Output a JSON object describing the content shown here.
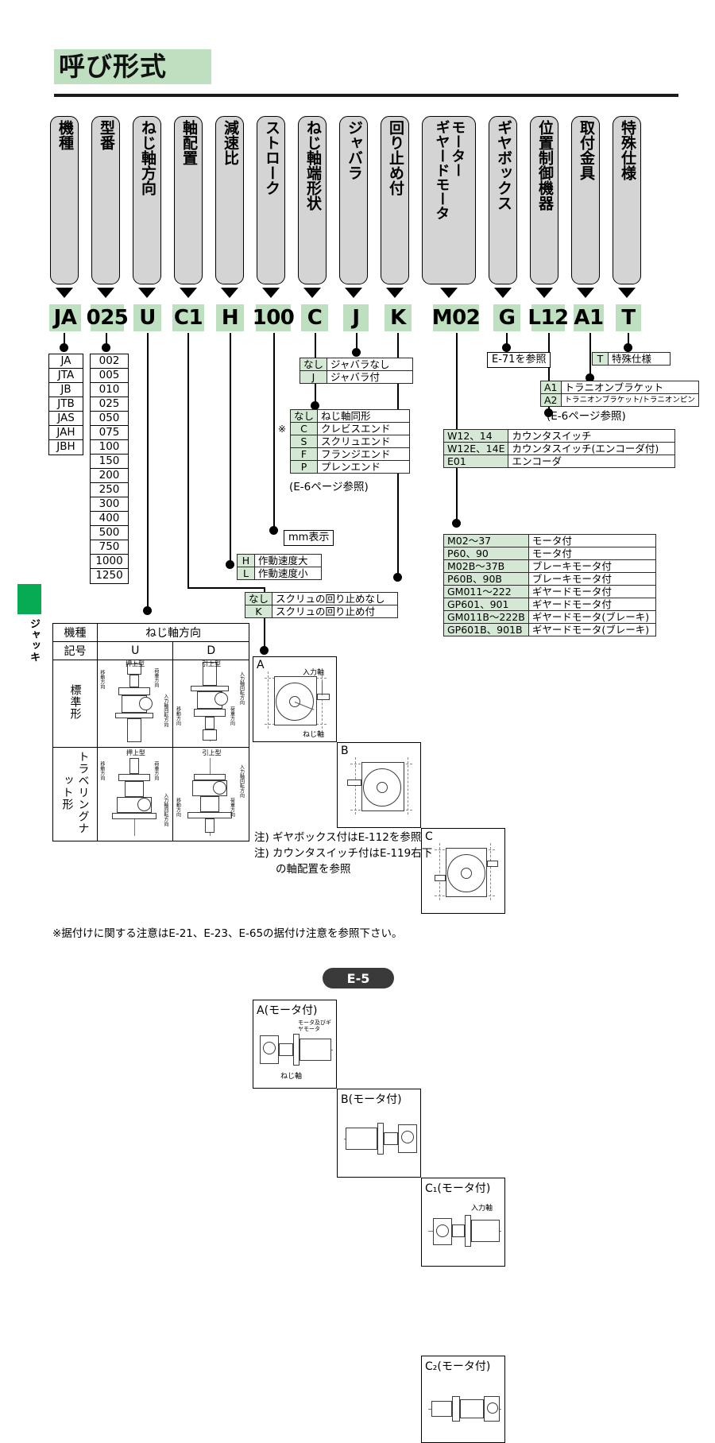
{
  "page": {
    "title": "呼び形式",
    "footer_label": "E-5",
    "side_tab_label": "ジャッキ",
    "footnote": "※据付けに関する注意はE-21、E-23、E-65の据付け注意を参照下さい。"
  },
  "code_columns": [
    {
      "header": "機種",
      "code": "JA",
      "header_lines": [
        "機種"
      ]
    },
    {
      "header": "型番",
      "code": "025",
      "header_lines": [
        "型番"
      ]
    },
    {
      "header": "ねじ軸方向",
      "code": "U",
      "header_lines": [
        "ねじ軸方向"
      ]
    },
    {
      "header": "軸配置",
      "code": "C1",
      "header_lines": [
        "軸配置"
      ]
    },
    {
      "header": "減速比",
      "code": "H",
      "header_lines": [
        "減速比"
      ]
    },
    {
      "header": "ストローク",
      "code": "100",
      "header_lines": [
        "ストローク"
      ]
    },
    {
      "header": "ねじ軸端形状",
      "code": "C",
      "header_lines": [
        "ねじ軸端形状"
      ]
    },
    {
      "header": "ジャバラ",
      "code": "J",
      "header_lines": [
        "ジャバラ"
      ]
    },
    {
      "header": "回り止め付",
      "code": "K",
      "header_lines": [
        "回り止め付"
      ]
    },
    {
      "header": "モーター／ギヤードモータ",
      "code": "M02",
      "header_lines": [
        "モーター",
        "ギヤードモータ"
      ]
    },
    {
      "header": "ギヤボックス",
      "code": "G",
      "header_lines": [
        "ギヤボックス"
      ]
    },
    {
      "header": "位置制御機器",
      "code": "L12",
      "header_lines": [
        "位置制御機器"
      ]
    },
    {
      "header": "取付金具",
      "code": "A1",
      "header_lines": [
        "取付金具"
      ]
    },
    {
      "header": "特殊仕様",
      "code": "T",
      "header_lines": [
        "特殊仕様"
      ]
    }
  ],
  "model_types": [
    "JA",
    "JTA",
    "JB",
    "JTB",
    "JAS",
    "JAH",
    "JBH"
  ],
  "model_sizes": [
    "002",
    "005",
    "010",
    "025",
    "050",
    "075",
    "100",
    "150",
    "200",
    "250",
    "300",
    "400",
    "500",
    "750",
    "1000",
    "1250"
  ],
  "bellows": {
    "rows": [
      {
        "code": "なし",
        "desc": "ジャバラなし"
      },
      {
        "code": "J",
        "desc": "ジャバラ付"
      }
    ]
  },
  "screw_end": {
    "mark": "※",
    "rows": [
      {
        "code": "なし",
        "desc": "ねじ軸同形"
      },
      {
        "code": "C",
        "desc": "クレビスエンド"
      },
      {
        "code": "S",
        "desc": "スクリュエンド"
      },
      {
        "code": "F",
        "desc": "フランジエンド"
      },
      {
        "code": "P",
        "desc": "プレンエンド"
      }
    ],
    "ref": "(E-6ページ参照)"
  },
  "stroke": {
    "label": "mm表示"
  },
  "reduction": {
    "rows": [
      {
        "code": "H",
        "desc": "作動速度大"
      },
      {
        "code": "L",
        "desc": "作動速度小"
      }
    ]
  },
  "anti_rotation": {
    "rows": [
      {
        "code": "なし",
        "desc": "スクリュの回り止めなし"
      },
      {
        "code": "K",
        "desc": "スクリュの回り止め付"
      }
    ]
  },
  "motor": {
    "rows": [
      {
        "code": "M02～37",
        "desc": "モータ付"
      },
      {
        "code": "P60、90",
        "desc": "モータ付"
      },
      {
        "code": "M02B～37B",
        "desc": "ブレーキモータ付"
      },
      {
        "code": "P60B、90B",
        "desc": "ブレーキモータ付"
      },
      {
        "code": "GM011～222",
        "desc": "ギヤードモータ付"
      },
      {
        "code": "GP601、901",
        "desc": "ギヤードモータ付"
      },
      {
        "code": "GM011B～222B",
        "desc": "ギヤードモータ(ブレーキ)"
      },
      {
        "code": "GP601B、901B",
        "desc": "ギヤードモータ(ブレーキ)"
      }
    ]
  },
  "gearbox": {
    "ref": "E-71を参照"
  },
  "position_control": {
    "rows": [
      {
        "code": "W12、14",
        "desc": "カウンタスイッチ"
      },
      {
        "code": "W12E、14E",
        "desc": "カウンタスイッチ(エンコーダ付)"
      },
      {
        "code": "E01",
        "desc": "エンコーダ"
      }
    ]
  },
  "mounting": {
    "rows": [
      {
        "code": "A1",
        "desc": "トラニオンブラケット"
      },
      {
        "code": "A2",
        "desc": "トラニオンブラケット/トラニオンピン"
      }
    ],
    "ref": "(E-6ページ参照)"
  },
  "special": {
    "rows": [
      {
        "code": "T",
        "desc": "特殊仕様"
      }
    ]
  },
  "direction_table": {
    "col_model": "機種",
    "col_symbol": "記号",
    "header": "ねじ軸方向",
    "symbols": [
      "U",
      "D"
    ],
    "rows": [
      {
        "name": "標準形",
        "u_type": "押上型",
        "d_type": "引上型"
      },
      {
        "name": "トラベリングナット形",
        "u_type": "押上型",
        "d_type": "引上型"
      }
    ],
    "annotations": {
      "move": "移動方向",
      "load": "荷重方向",
      "input_rot": "入力軸回転方向"
    }
  },
  "shaft_arrangement": {
    "cells": [
      "A",
      "B",
      "C"
    ],
    "motor_cells": [
      "A(モータ付)",
      "B(モータ付)",
      "C₁(モータ付)",
      "C₂(モータ付)"
    ],
    "labels": {
      "input_shaft": "入力軸",
      "screw_shaft": "ねじ軸",
      "motor_gear": "モータ及びギヤモータ"
    },
    "notes": [
      "注) ギヤボックス付はE-112を参照",
      "注) カウンタスイッチ付はE-119右下",
      "　　の軸配置を参照"
    ]
  },
  "colors": {
    "title_highlight": "#bfe0c0",
    "chip_bg": "#bfe0c0",
    "pill_bg": "#d4d4d4",
    "table_key_bg": "#d4e8d5",
    "side_tab": "#06ab54",
    "footer_pill": "#3a3a3a"
  }
}
